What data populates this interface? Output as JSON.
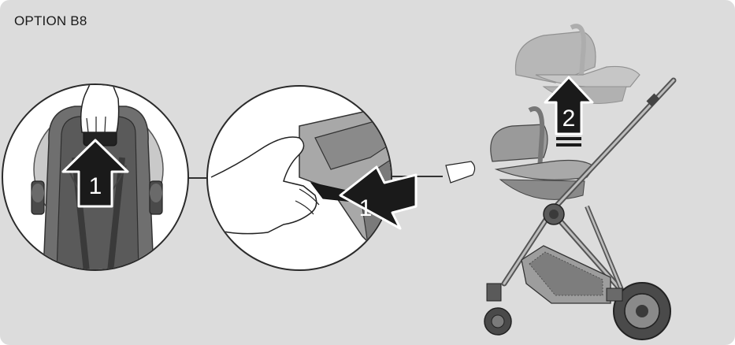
{
  "title": "OPTION B8",
  "steps": {
    "step1_left": "1",
    "step1_mid": "1",
    "step2": "2"
  },
  "colors": {
    "background": "#dcdcdc",
    "arrow_fill": "#1a1a1a",
    "arrow_outline": "#ffffff",
    "line": "#333333"
  }
}
